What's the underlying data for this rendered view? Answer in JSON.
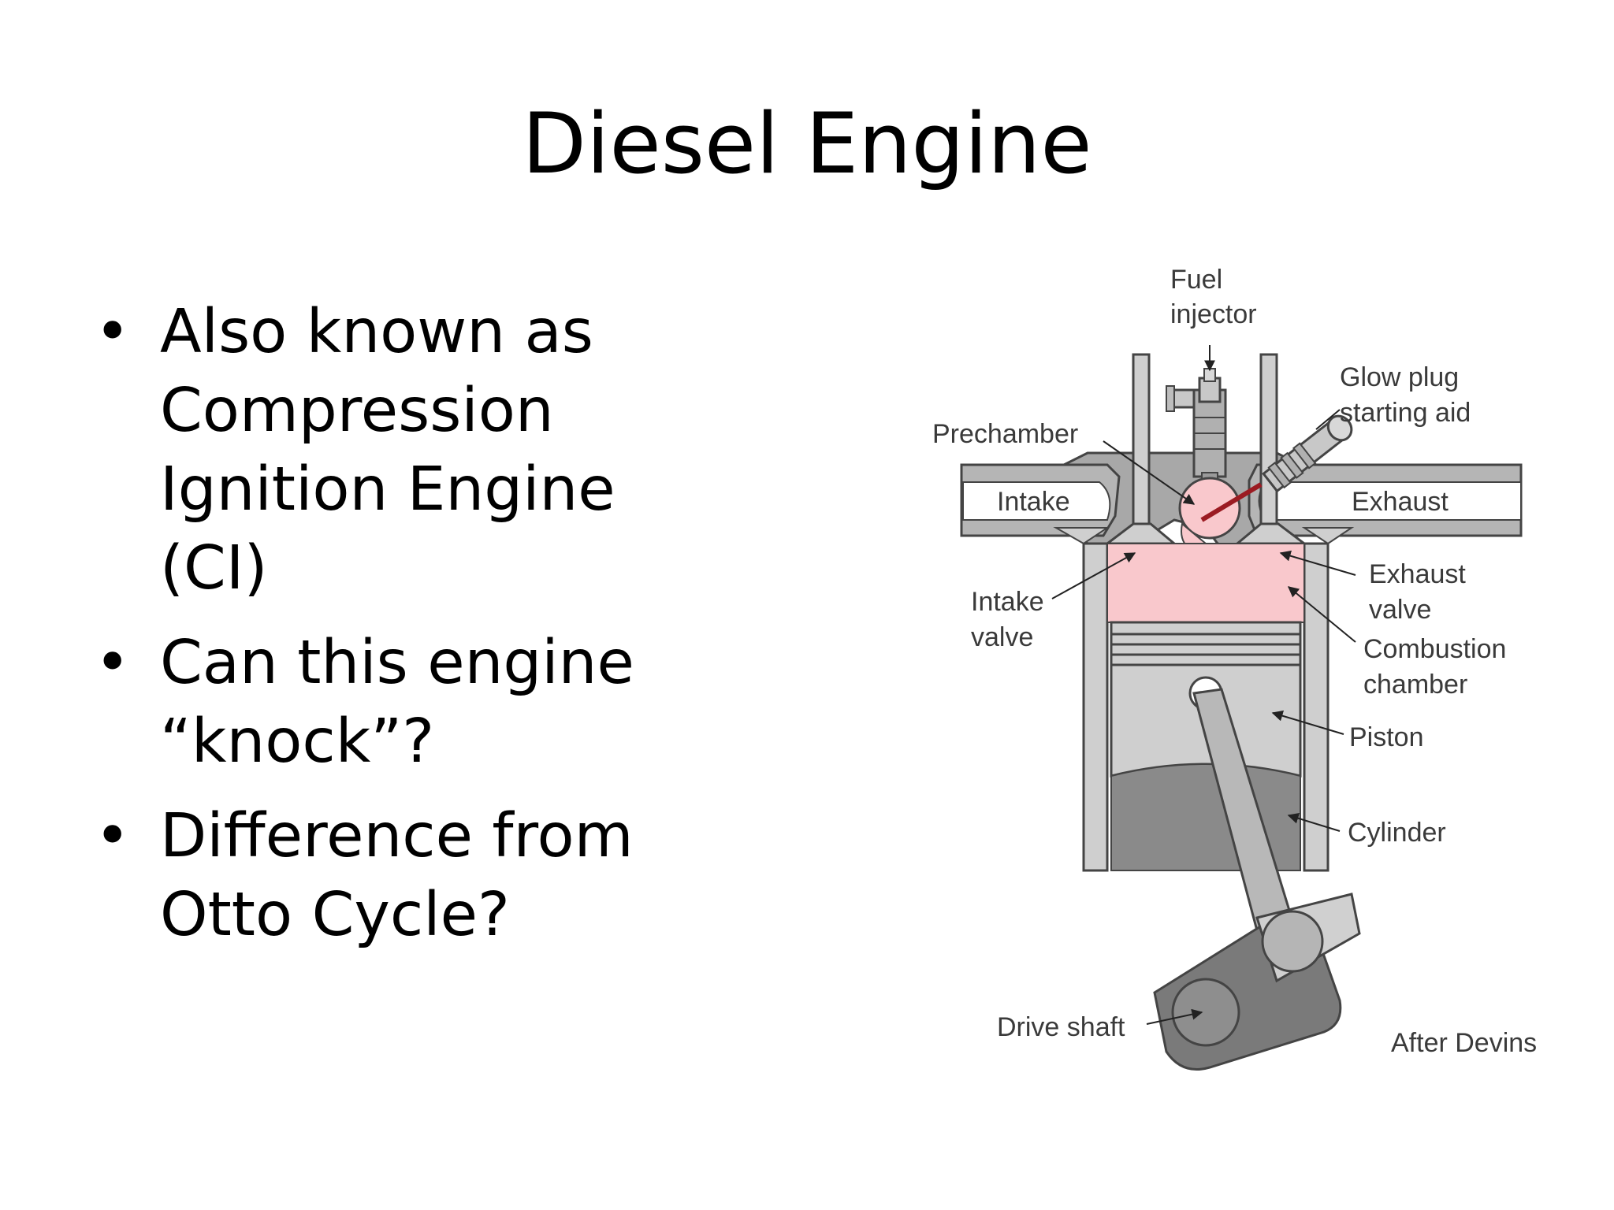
{
  "slide": {
    "title": "Diesel Engine",
    "bullets": [
      "Also known as Compression Ignition Engine (CI)",
      "Can this engine “knock”?",
      "Difference from Otto Cycle?"
    ]
  },
  "diagram": {
    "labels": {
      "fuel_injector_1": "Fuel",
      "fuel_injector_2": "injector",
      "glow_plug_1": "Glow plug",
      "glow_plug_2": "starting aid",
      "prechamber": "Prechamber",
      "intake": "Intake",
      "exhaust": "Exhaust",
      "intake_valve_1": "Intake",
      "intake_valve_2": "valve",
      "exhaust_valve_1": "Exhaust",
      "exhaust_valve_2": "valve",
      "combustion_1": "Combustion",
      "combustion_2": "chamber",
      "piston": "Piston",
      "cylinder": "Cylinder",
      "drive_shaft": "Drive shaft",
      "credit": "After Devins"
    },
    "colors": {
      "combustion_fill": "#f9c8cc",
      "metal_light": "#cfcfcf",
      "metal_mid": "#a8a8a8",
      "metal_dark": "#8a8a8a",
      "glow_rod": "#9b1b22"
    }
  }
}
